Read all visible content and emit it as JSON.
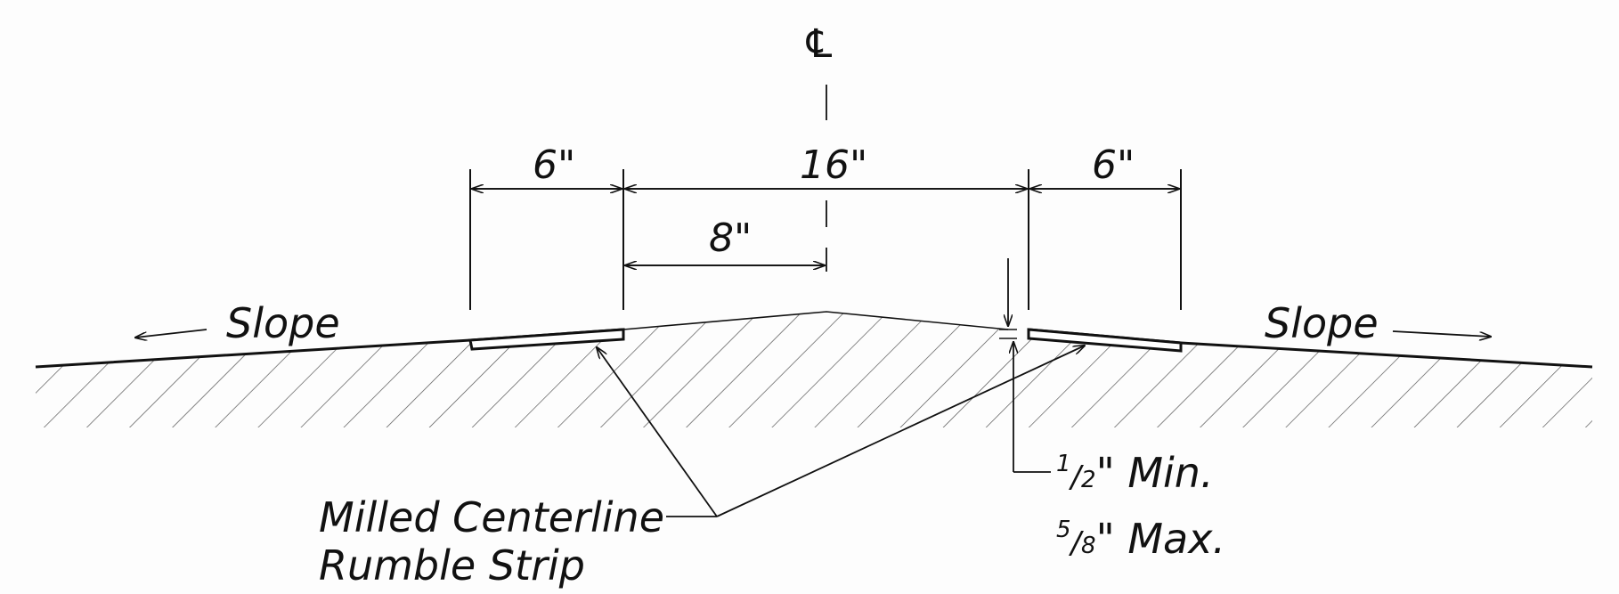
{
  "labels": {
    "centerline_symbol": "℄",
    "dim_left_width": "6\"",
    "dim_total": "16\"",
    "dim_right_width": "6\"",
    "dim_offset": "8\"",
    "slope_left": "Slope",
    "slope_right": "Slope",
    "callout_line1": "Milled Centerline",
    "callout_line2": "Rumble Strip",
    "depth_min_num": "1",
    "depth_min_den": "2",
    "depth_min_text": "\" Min.",
    "depth_max_num": "5",
    "depth_max_den": "8",
    "depth_max_text": "\" Max."
  },
  "colors": {
    "line": "#111111",
    "hatch": "#555555"
  }
}
